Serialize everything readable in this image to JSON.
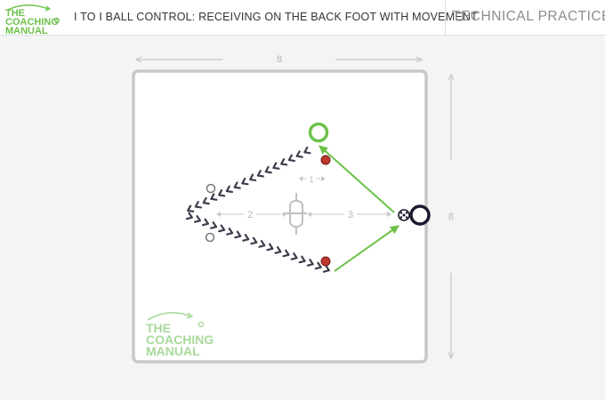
{
  "header": {
    "logo": {
      "line1": "THE",
      "line2": "COACHING",
      "line3": "MANUAL"
    },
    "title": "I TO I BALL CONTROL: RECEIVING ON THE BACK FOOT WITH MOVEMENT",
    "category": "TECHNICAL PRACTICE"
  },
  "diagram": {
    "width_label": "8",
    "height_label": "8",
    "inner_labels": {
      "gap_1": "1",
      "gap_2": "2",
      "gap_3": "3"
    },
    "watermark": {
      "line1": "THE",
      "line2": "COACHING",
      "line3": "MANUAL"
    },
    "colors": {
      "pass_arrow": "#6cc24a",
      "ball": "#c0392b",
      "target_player": "#6cc24a",
      "server_player": "#1a1a2e",
      "dribble_arrows": "#3d3d4d",
      "pitch_border": "#c8c8c8",
      "dimension_lines": "#c8c8c8"
    }
  }
}
